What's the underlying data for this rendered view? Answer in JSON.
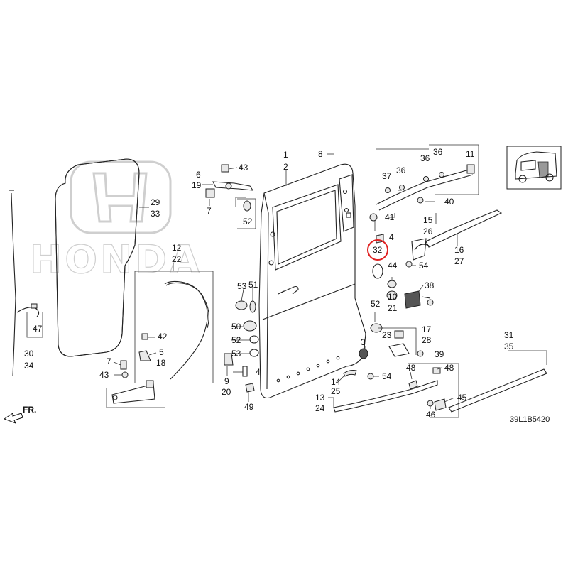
{
  "watermark": {
    "brand_text": "HONDA"
  },
  "diagram_code": "39L1B5420",
  "direction_label": "FR.",
  "highlighted_part": "32",
  "callouts": {
    "c1": "1",
    "c2": "2",
    "c8": "8",
    "c43a": "43",
    "c6": "6",
    "c19": "19",
    "c7a": "7",
    "c52a": "52",
    "c29": "29",
    "c33": "33",
    "c12": "12",
    "c22": "22",
    "c53a": "53",
    "c51": "51",
    "c50": "50",
    "c52b": "52",
    "c53b": "53",
    "c42": "42",
    "c5": "5",
    "c18": "18",
    "c7b": "7",
    "c43b": "43",
    "c9": "9",
    "c20": "20",
    "c4a": "4",
    "c49": "49",
    "c47": "47",
    "c30": "30",
    "c34": "34",
    "c37": "37",
    "c36a": "36",
    "c36b": "36",
    "c36c": "36",
    "c11": "11",
    "c40": "40",
    "c41": "41",
    "c15": "15",
    "c26": "26",
    "c4b": "4",
    "c32": "32",
    "c16": "16",
    "c27": "27",
    "c54a": "54",
    "c44": "44",
    "c38": "38",
    "c10": "10",
    "c21": "21",
    "c52c": "52",
    "c23": "23",
    "c17": "17",
    "c28": "28",
    "c39": "39",
    "c3": "3",
    "c54b": "54",
    "c14": "14",
    "c25": "25",
    "c13": "13",
    "c24": "24",
    "c48a": "48",
    "c48b": "48",
    "c45": "45",
    "c46": "46",
    "c31": "31",
    "c35": "35"
  }
}
